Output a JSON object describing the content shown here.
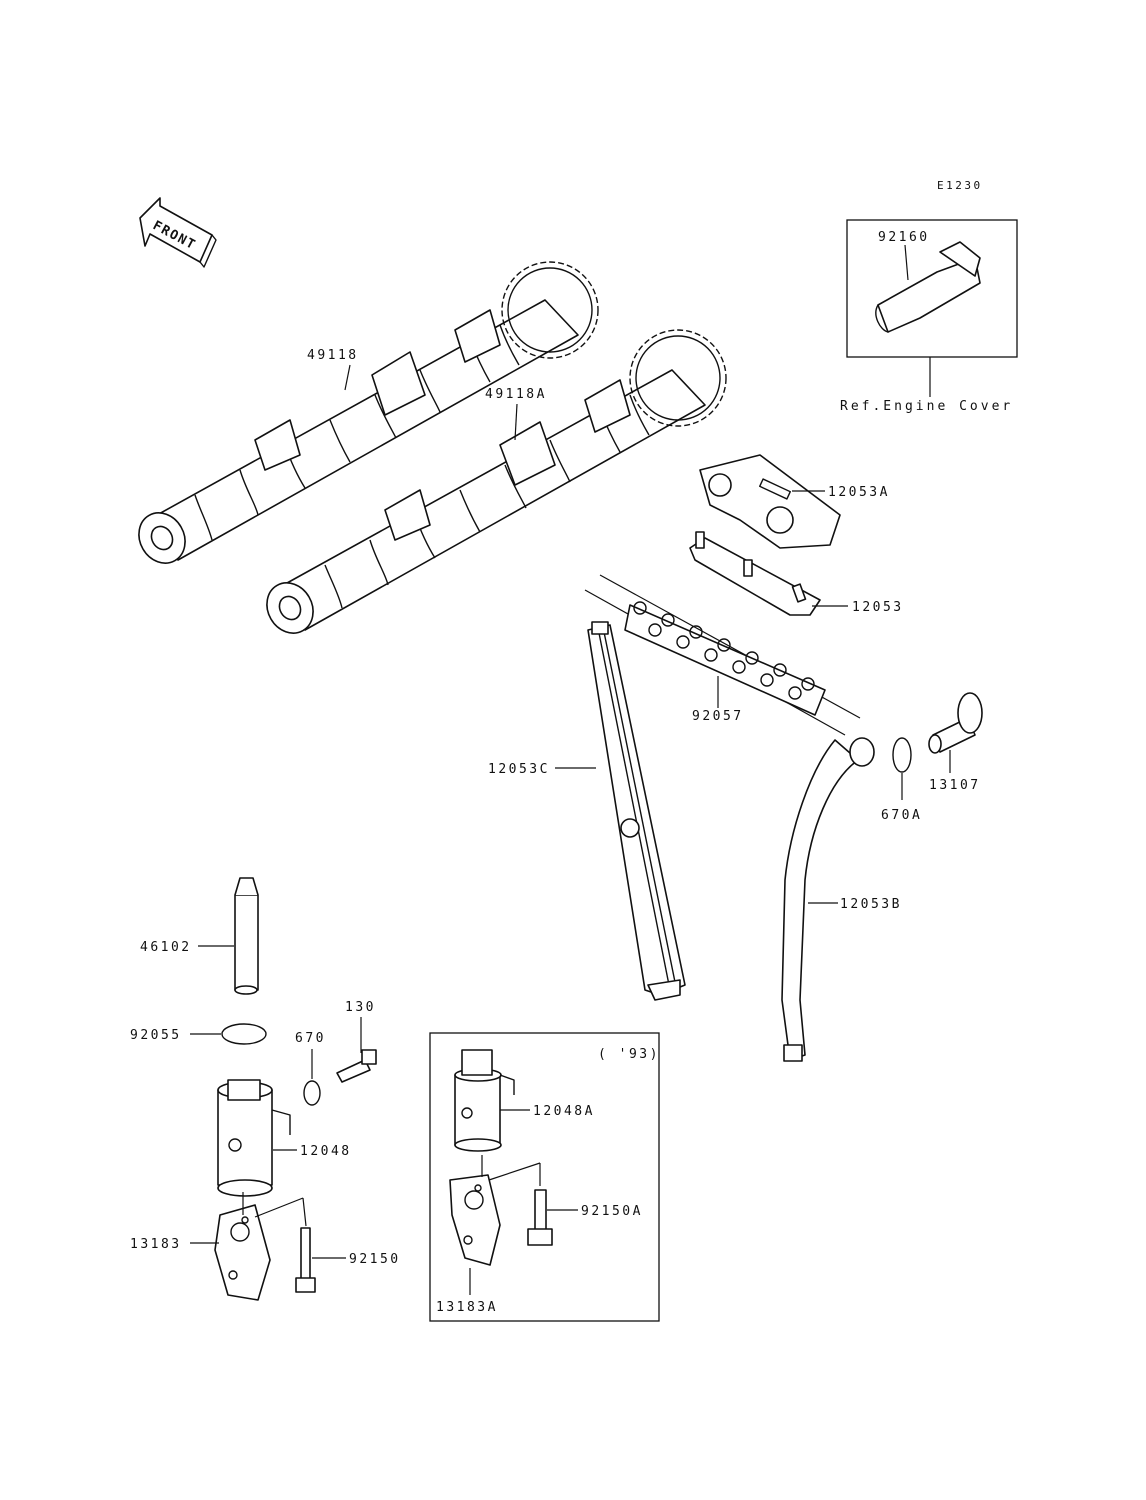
{
  "diagram": {
    "code": "E1230",
    "front_label": "FRONT",
    "inset_note": "Ref.Engine Cover",
    "variant_note": "( '93)"
  },
  "parts": {
    "camshaft_exhaust": "49118",
    "camshaft_intake": "49118A",
    "cover_part": "92160",
    "cam_holder_upper": "12053A",
    "cam_holder_lower": "12053",
    "timing_chain": "92057",
    "guide_front": "12053C",
    "bolt_pivot": "13107",
    "oring_guide": "670A",
    "guide_rear": "12053B",
    "rod": "46102",
    "oring_large": "92055",
    "bolt_130": "130",
    "oring_670": "670",
    "tensioner": "12048",
    "bracket": "13183",
    "bolt_92150": "92150",
    "tensioner_93": "12048A",
    "bolt_93": "92150A",
    "bracket_93": "13183A"
  }
}
